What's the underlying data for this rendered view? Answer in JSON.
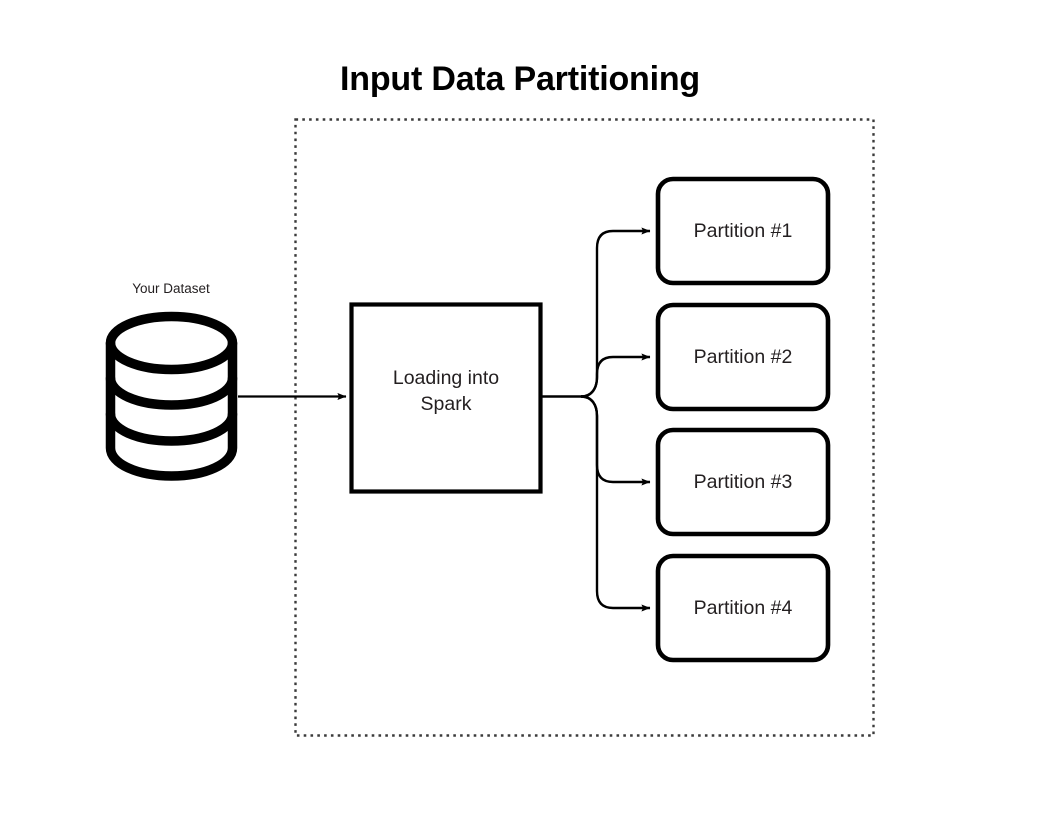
{
  "title": "Input Data Partitioning",
  "colors": {
    "stroke": "#000000",
    "text": "#231f20",
    "background": "#ffffff",
    "dotted_border": "#3b3b3b"
  },
  "boundary": {
    "name": "spark-cluster-boundary",
    "style": "dotted"
  },
  "nodes": {
    "dataset": {
      "label": "Your Dataset",
      "icon": "database-cylinder-icon"
    },
    "process": {
      "label_line1": "Loading into",
      "label_line2": "Spark"
    },
    "partitions": [
      {
        "label": "Partition #1"
      },
      {
        "label": "Partition #2"
      },
      {
        "label": "Partition #3"
      },
      {
        "label": "Partition #4"
      }
    ]
  },
  "edges": [
    {
      "from": "dataset",
      "to": "process",
      "arrow": true
    },
    {
      "from": "process",
      "to": "partition-1",
      "arrow": true
    },
    {
      "from": "process",
      "to": "partition-2",
      "arrow": true
    },
    {
      "from": "process",
      "to": "partition-3",
      "arrow": true
    },
    {
      "from": "process",
      "to": "partition-4",
      "arrow": true
    }
  ]
}
